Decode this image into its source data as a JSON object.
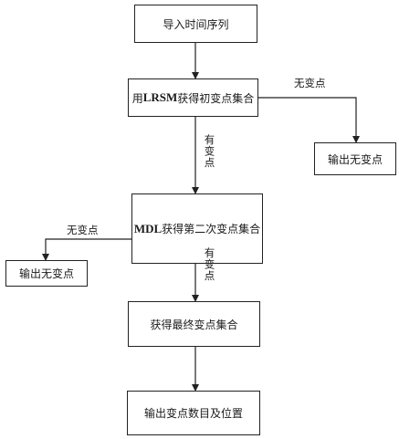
{
  "nodes": {
    "import": "导入时间序列",
    "lrsm": {
      "prefix": "用",
      "bold": "LRSM",
      "suffix": "获得初变点集合"
    },
    "output_none_right": "输出无变点",
    "mdl": {
      "bold": "MDL",
      "suffix": "获得第二次变点集合"
    },
    "output_none_left": "输出无变点",
    "final": "获得最终变点集合",
    "output_result": "输出变点数目及位置"
  },
  "edges": {
    "no_change_right": "无变点",
    "has_change_1": "有变点",
    "no_change_left": "无变点",
    "has_change_2": "有变点"
  }
}
